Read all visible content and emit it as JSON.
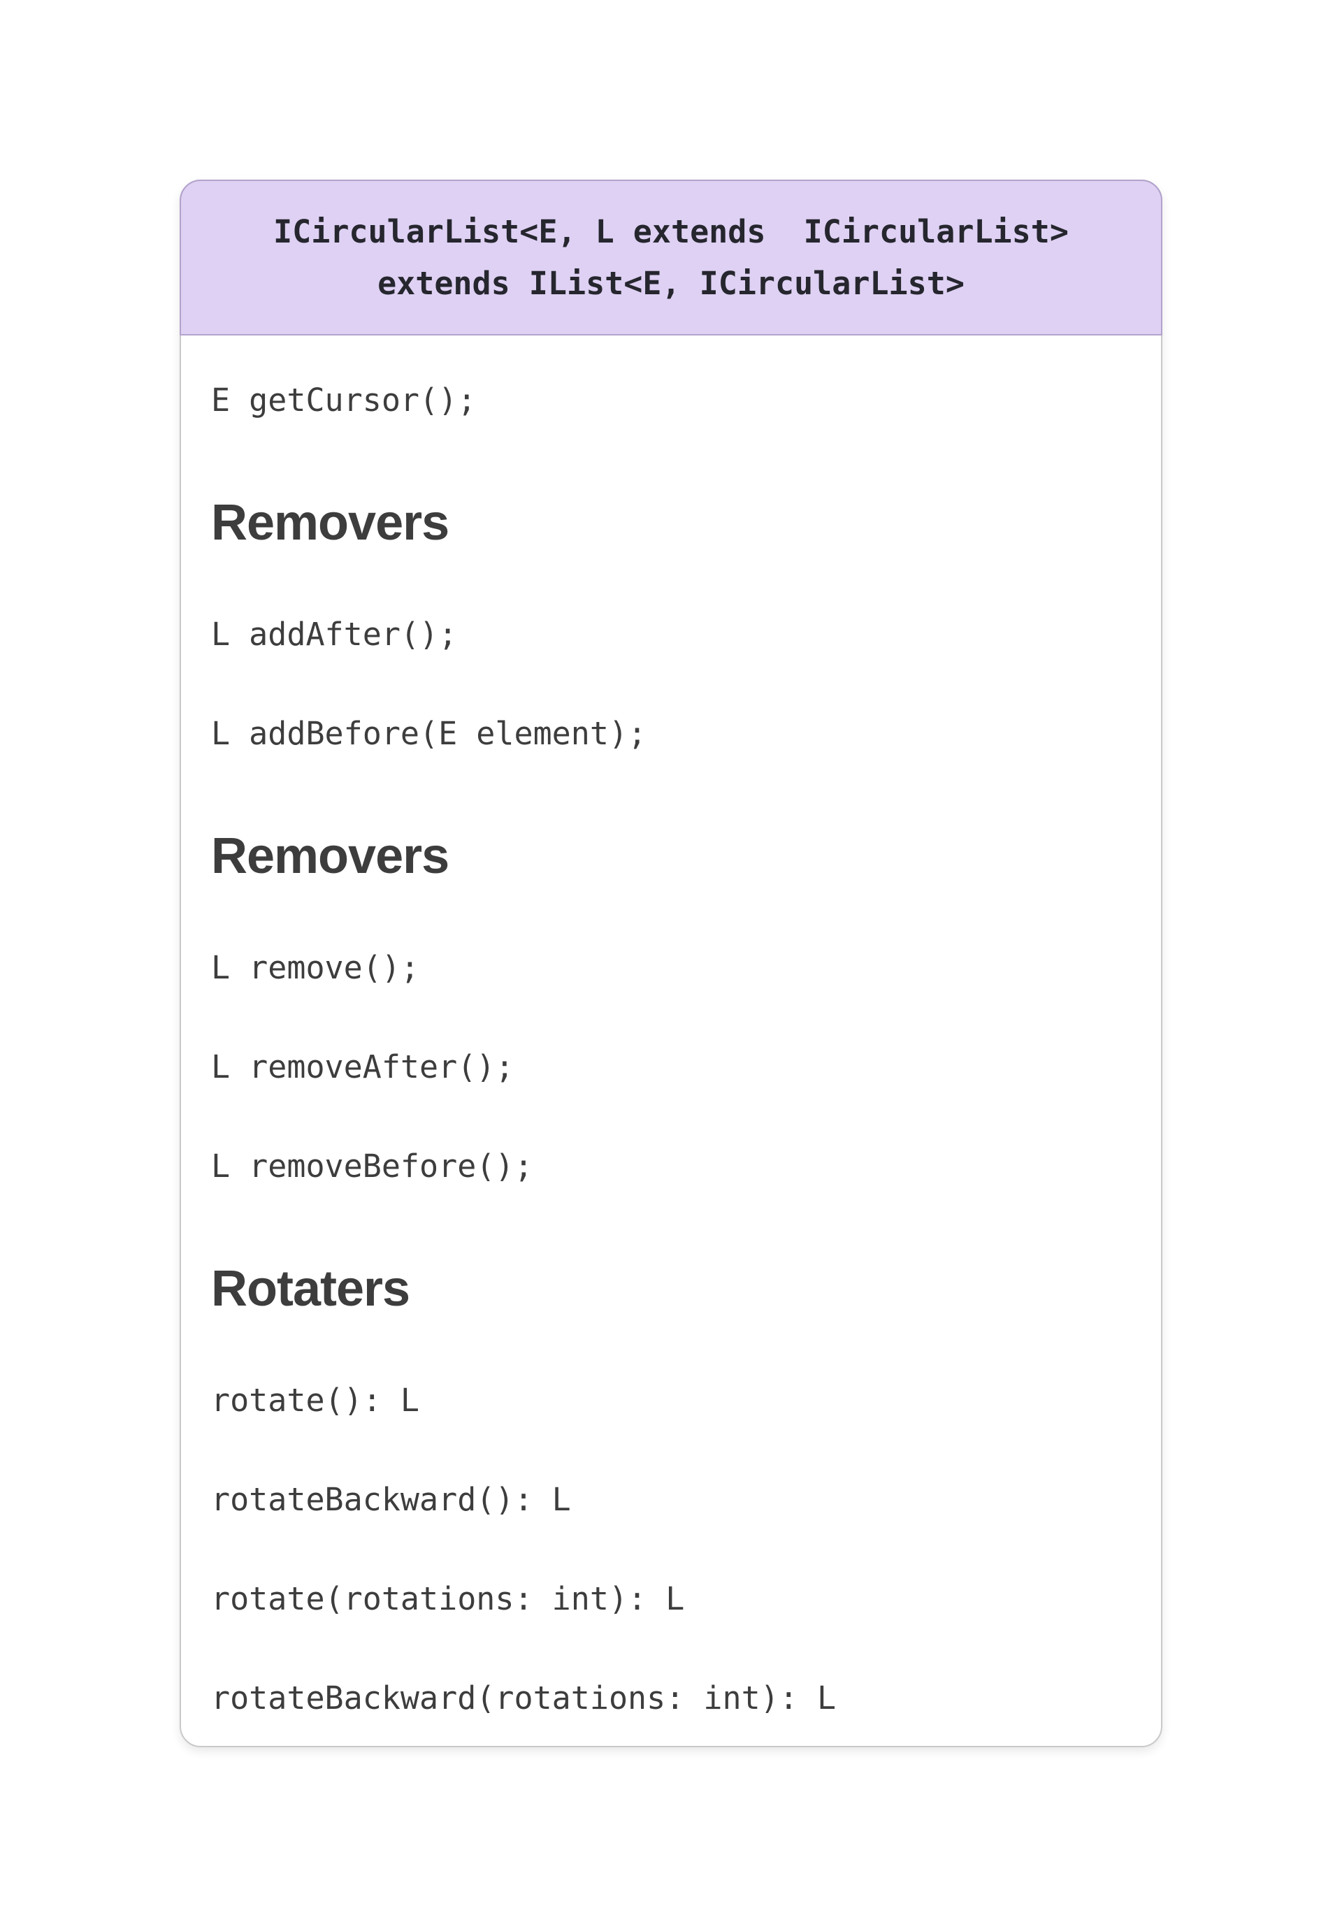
{
  "colors": {
    "header_bg": "#ded1f3",
    "header_border": "#b2a2cc",
    "card_border": "#c9c9c9",
    "header_text": "#26262e",
    "body_text": "#3d3d3d"
  },
  "card": {
    "header": {
      "line1": "ICircularList<E, L extends  ICircularList>",
      "line2": "extends IList<E, ICircularList>"
    },
    "intro_method": "E getCursor();",
    "sections": [
      {
        "heading": "Removers",
        "methods": [
          "L addAfter();",
          "L addBefore(E element);"
        ]
      },
      {
        "heading": "Removers",
        "methods": [
          "L remove();",
          "L removeAfter();",
          "L removeBefore();"
        ]
      },
      {
        "heading": "Rotaters",
        "methods": [
          "rotate(): L",
          "rotateBackward(): L",
          "rotate(rotations: int): L",
          "rotateBackward(rotations: int): L"
        ]
      }
    ]
  }
}
